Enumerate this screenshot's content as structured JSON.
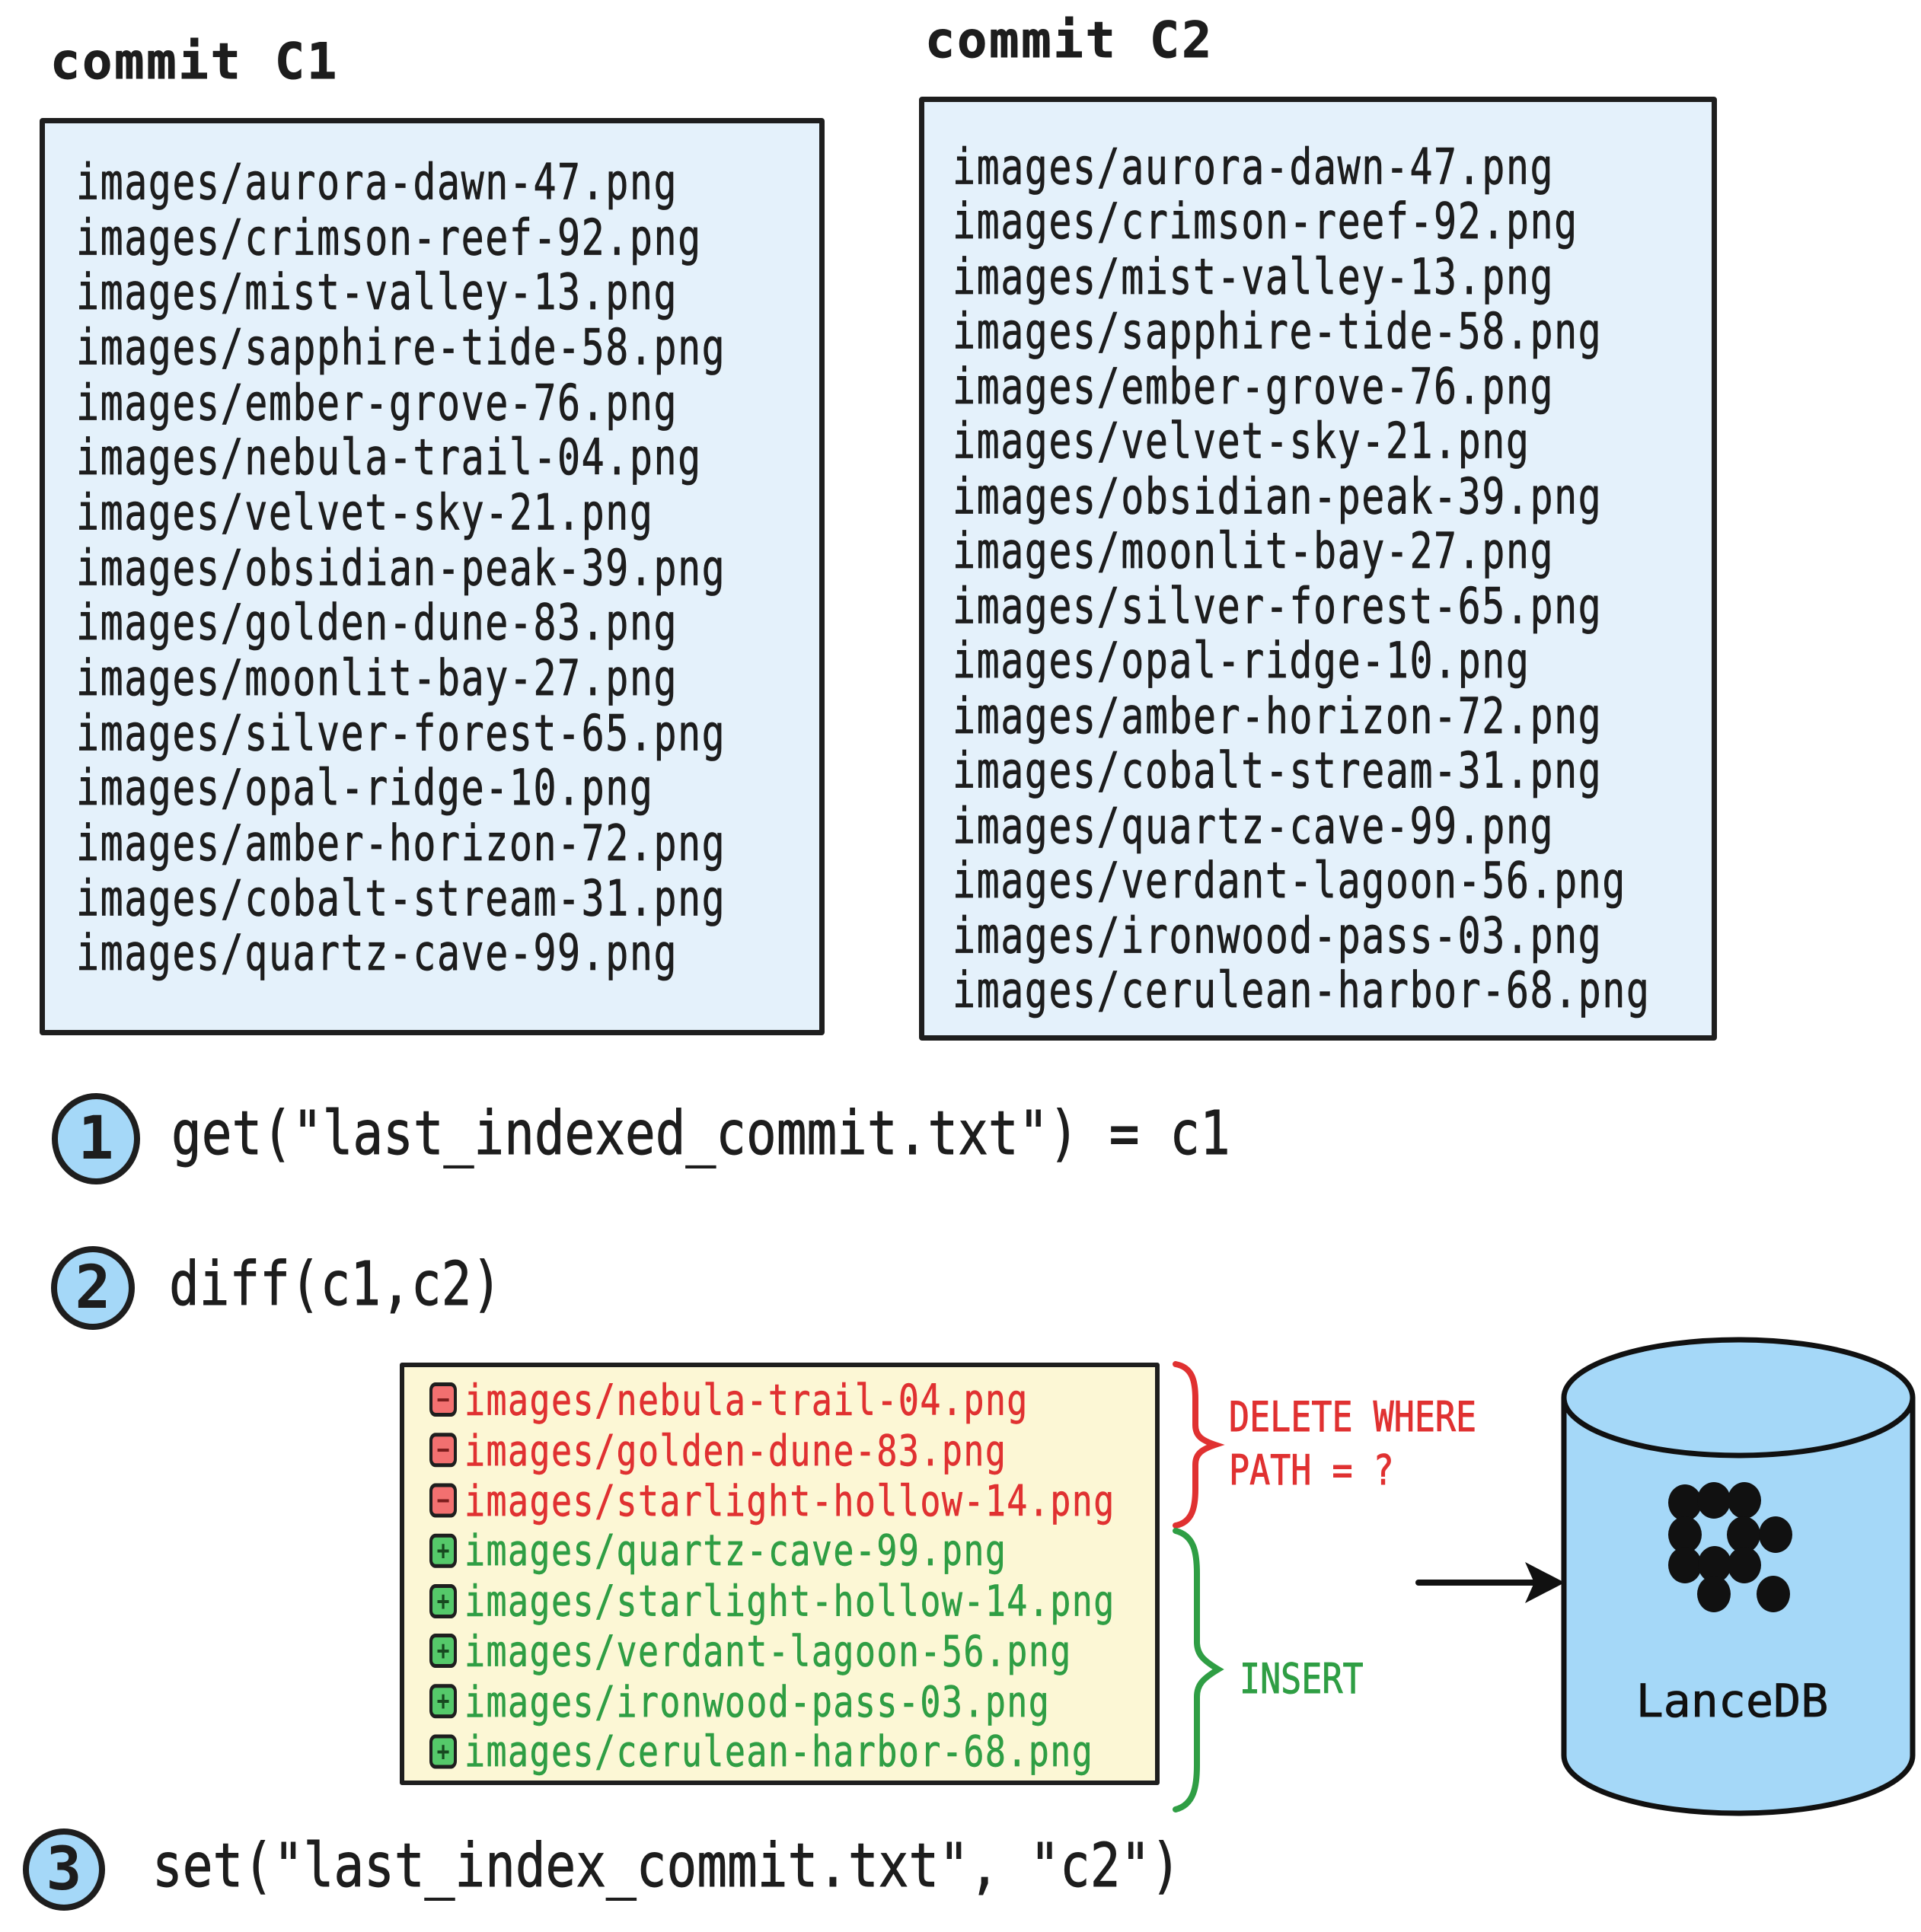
{
  "commits": {
    "c1": {
      "title": "commit C1",
      "files": [
        "images/aurora-dawn-47.png",
        "images/crimson-reef-92.png",
        "images/mist-valley-13.png",
        "images/sapphire-tide-58.png",
        "images/ember-grove-76.png",
        "images/nebula-trail-04.png",
        "images/velvet-sky-21.png",
        "images/obsidian-peak-39.png",
        "images/golden-dune-83.png",
        "images/moonlit-bay-27.png",
        "images/silver-forest-65.png",
        "images/opal-ridge-10.png",
        "images/amber-horizon-72.png",
        "images/cobalt-stream-31.png",
        "images/quartz-cave-99.png"
      ]
    },
    "c2": {
      "title": "commit C2",
      "files": [
        "images/aurora-dawn-47.png",
        "images/crimson-reef-92.png",
        "images/mist-valley-13.png",
        "images/sapphire-tide-58.png",
        "images/ember-grove-76.png",
        "images/velvet-sky-21.png",
        "images/obsidian-peak-39.png",
        "images/moonlit-bay-27.png",
        "images/silver-forest-65.png",
        "images/opal-ridge-10.png",
        "images/amber-horizon-72.png",
        "images/cobalt-stream-31.png",
        "images/quartz-cave-99.png",
        "images/verdant-lagoon-56.png",
        "images/ironwood-pass-03.png",
        "images/cerulean-harbor-68.png"
      ]
    }
  },
  "steps": [
    {
      "num": "1",
      "code": "get(\"last_indexed_commit.txt\") = c1"
    },
    {
      "num": "2",
      "code": "diff(c1,c2)"
    },
    {
      "num": "3",
      "code": "set(\"last_index_commit.txt\", \"c2\")"
    }
  ],
  "diff": {
    "entries": [
      {
        "op": "del",
        "path": "images/nebula-trail-04.png"
      },
      {
        "op": "del",
        "path": "images/golden-dune-83.png"
      },
      {
        "op": "del",
        "path": "images/starlight-hollow-14.png"
      },
      {
        "op": "add",
        "path": "images/quartz-cave-99.png"
      },
      {
        "op": "add",
        "path": "images/starlight-hollow-14.png"
      },
      {
        "op": "add",
        "path": "images/verdant-lagoon-56.png"
      },
      {
        "op": "add",
        "path": "images/ironwood-pass-03.png"
      },
      {
        "op": "add",
        "path": "images/cerulean-harbor-68.png"
      }
    ],
    "delete_label_line1": "DELETE WHERE",
    "delete_label_line2": "PATH = ?",
    "insert_label": "INSERT"
  },
  "database": {
    "label": "LanceDB"
  },
  "colors": {
    "red": "#e03131",
    "green": "#2f9e44",
    "circle_blue": "#a5d8f8",
    "box_blue": "#e4f1fb",
    "diff_yellow": "#fcf7d5",
    "stroke": "#1e1e1e"
  }
}
